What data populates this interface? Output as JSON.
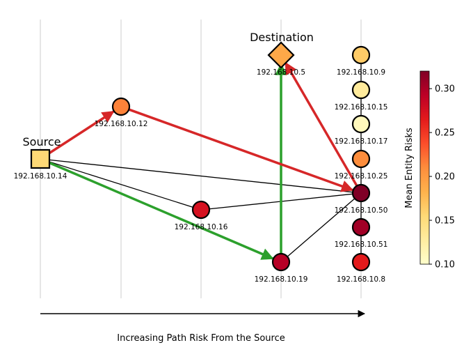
{
  "labels": {
    "source": "Source",
    "destination": "Destination",
    "x_axis": "Increasing Path Risk From the Source",
    "colorbar": "Mean Entity Risks"
  },
  "colorbar": {
    "min": 0.1,
    "max": 0.32,
    "ticks": [
      {
        "value": 0.1,
        "label": "0.10"
      },
      {
        "value": 0.15,
        "label": "0.15"
      },
      {
        "value": 0.2,
        "label": "0.20"
      },
      {
        "value": 0.25,
        "label": "0.25"
      },
      {
        "value": 0.3,
        "label": "0.30"
      }
    ]
  },
  "colors": {
    "grid": "#dddddd",
    "edge": "#000000",
    "best_path": "#2ca02c",
    "worst_path": "#d62728"
  },
  "nodes": [
    {
      "id": "192.168.10.14",
      "label": "192.168.10.14",
      "column": 0,
      "risk": 0.155,
      "shape": "square",
      "role": "source"
    },
    {
      "id": "192.168.10.12",
      "label": "192.168.10.12",
      "column": 1,
      "risk": 0.215,
      "shape": "circle"
    },
    {
      "id": "192.168.10.16",
      "label": "192.168.10.16",
      "column": 2,
      "risk": 0.275,
      "shape": "circle"
    },
    {
      "id": "192.168.10.19",
      "label": "192.168.10.19",
      "column": 3,
      "risk": 0.295,
      "shape": "circle"
    },
    {
      "id": "192.168.10.5",
      "label": "192.168.10.5",
      "column": 3,
      "risk": 0.19,
      "shape": "diamond",
      "role": "destination"
    },
    {
      "id": "192.168.10.9",
      "label": "192.168.10.9",
      "column": 4,
      "risk": 0.165,
      "shape": "circle"
    },
    {
      "id": "192.168.10.15",
      "label": "192.168.10.15",
      "column": 4,
      "risk": 0.13,
      "shape": "circle"
    },
    {
      "id": "192.168.10.17",
      "label": "192.168.10.17",
      "column": 4,
      "risk": 0.11,
      "shape": "circle"
    },
    {
      "id": "192.168.10.25",
      "label": "192.168.10.25",
      "column": 4,
      "risk": 0.21,
      "shape": "circle"
    },
    {
      "id": "192.168.10.50",
      "label": "192.168.10.50",
      "column": 4,
      "risk": 0.32,
      "shape": "circle"
    },
    {
      "id": "192.168.10.51",
      "label": "192.168.10.51",
      "column": 4,
      "risk": 0.305,
      "shape": "circle"
    },
    {
      "id": "192.168.10.8",
      "label": "192.168.10.8",
      "column": 4,
      "risk": 0.265,
      "shape": "circle"
    }
  ],
  "edges": [
    {
      "from": "192.168.10.14",
      "to": "192.168.10.50",
      "type": "plain"
    },
    {
      "from": "192.168.10.14",
      "to": "192.168.10.16",
      "type": "plain"
    },
    {
      "from": "192.168.10.16",
      "to": "192.168.10.50",
      "type": "plain"
    },
    {
      "from": "192.168.10.19",
      "to": "192.168.10.50",
      "type": "plain"
    },
    {
      "from": "192.168.10.9",
      "to": "192.168.10.15",
      "type": "plain"
    },
    {
      "from": "192.168.10.15",
      "to": "192.168.10.17",
      "type": "plain"
    },
    {
      "from": "192.168.10.17",
      "to": "192.168.10.25",
      "type": "plain"
    },
    {
      "from": "192.168.10.25",
      "to": "192.168.10.50",
      "type": "plain"
    },
    {
      "from": "192.168.10.50",
      "to": "192.168.10.51",
      "type": "plain"
    },
    {
      "from": "192.168.10.51",
      "to": "192.168.10.8",
      "type": "plain"
    },
    {
      "from": "192.168.10.14",
      "to": "192.168.10.19",
      "type": "best"
    },
    {
      "from": "192.168.10.19",
      "to": "192.168.10.5",
      "type": "best"
    },
    {
      "from": "192.168.10.14",
      "to": "192.168.10.12",
      "type": "worst"
    },
    {
      "from": "192.168.10.12",
      "to": "192.168.10.50",
      "type": "worst"
    },
    {
      "from": "192.168.10.50",
      "to": "192.168.10.5",
      "type": "worst"
    }
  ]
}
